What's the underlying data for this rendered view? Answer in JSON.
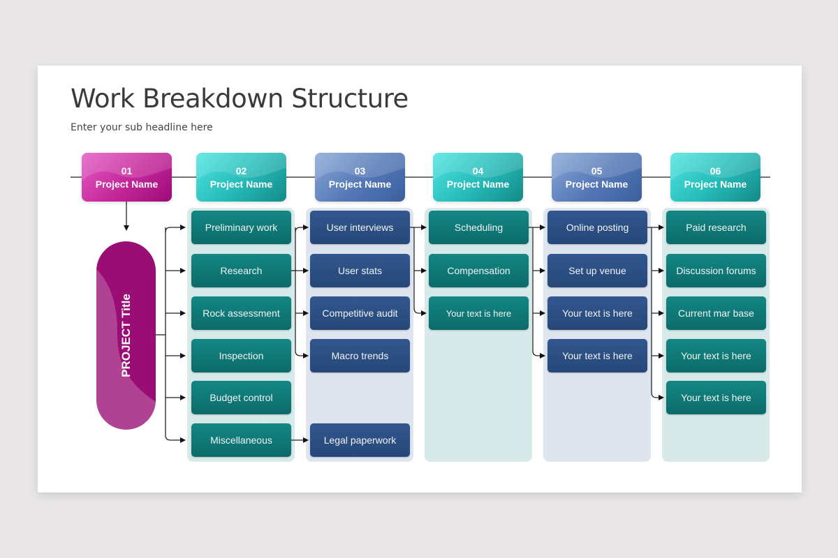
{
  "title": "Work Breakdown Structure",
  "subtitle": "Enter your sub headline here",
  "project_title": "PROJECT Title",
  "colors": {
    "magenta": "#c42699",
    "cyan": "#25b9b7",
    "blue_header": "#5477b6",
    "teal_box": "#0f7a77",
    "blue_box": "#2d4f85",
    "teal_panel": "#d7e9e9",
    "blue_panel": "#dfe5ef"
  },
  "columns": [
    {
      "number": "01",
      "name": "Project Name",
      "items": []
    },
    {
      "number": "02",
      "name": "Project Name",
      "items": [
        "Preliminary work",
        "Research",
        "Rock assessment",
        "Inspection",
        "Budget control",
        "Miscellaneous"
      ]
    },
    {
      "number": "03",
      "name": "Project Name",
      "items": [
        "User interviews",
        "User stats",
        "Competitive audit",
        "Macro trends",
        "Legal paperwork"
      ]
    },
    {
      "number": "04",
      "name": "Project Name",
      "items": [
        "Scheduling",
        "Compensation",
        "Your text is here"
      ]
    },
    {
      "number": "05",
      "name": "Project Name",
      "items": [
        "Online posting",
        "Set up venue",
        "Your text is here",
        "Your text is here"
      ]
    },
    {
      "number": "06",
      "name": "Project Name",
      "items": [
        "Paid research",
        "Discussion forums",
        "Current mar base",
        "Your text is here",
        "Your text is here"
      ]
    }
  ]
}
